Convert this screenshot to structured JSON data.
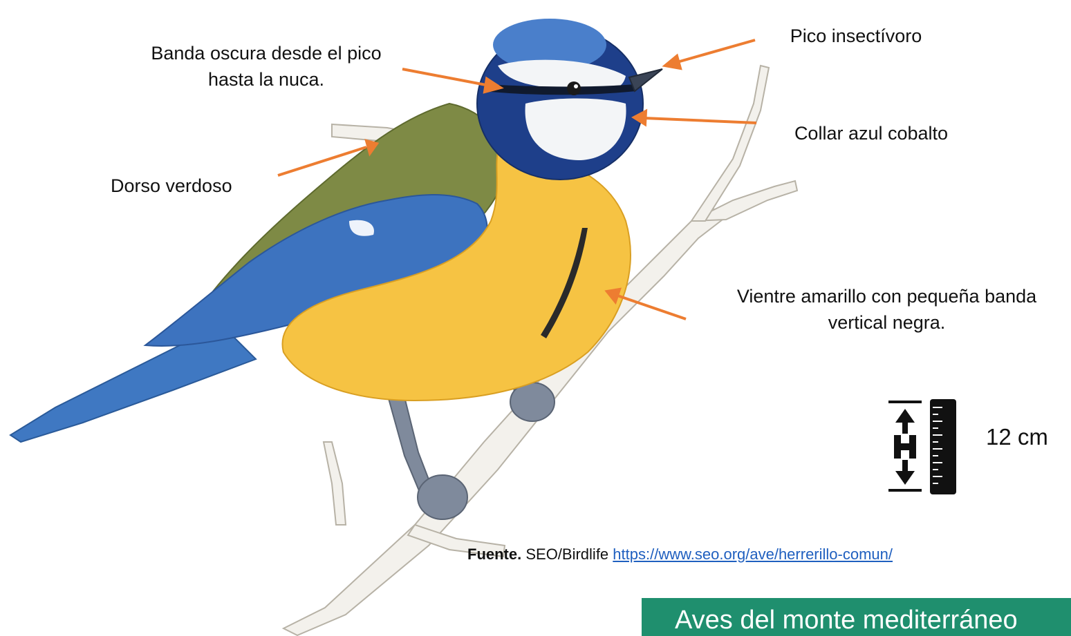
{
  "labels": {
    "beak_band": "Banda oscura desde el pico\nhasta la nuca.",
    "beak": "Pico insectívoro",
    "collar": "Collar azul cobalto",
    "back": "Dorso verdoso",
    "belly": "Vientre amarillo con pequeña banda\nvertical negra."
  },
  "size": {
    "icon": "height-ruler-icon",
    "value": "12 cm"
  },
  "source": {
    "label": "Fuente.",
    "org": " SEO/Birdlife ",
    "link": "https://www.seo.org/ave/herrerillo-comun/"
  },
  "footer": {
    "title": "Aves del monte mediterráneo"
  },
  "colors": {
    "arrow": "#ed7d31",
    "title_bar": "#1f8f6e",
    "link": "#1f5fbf"
  }
}
